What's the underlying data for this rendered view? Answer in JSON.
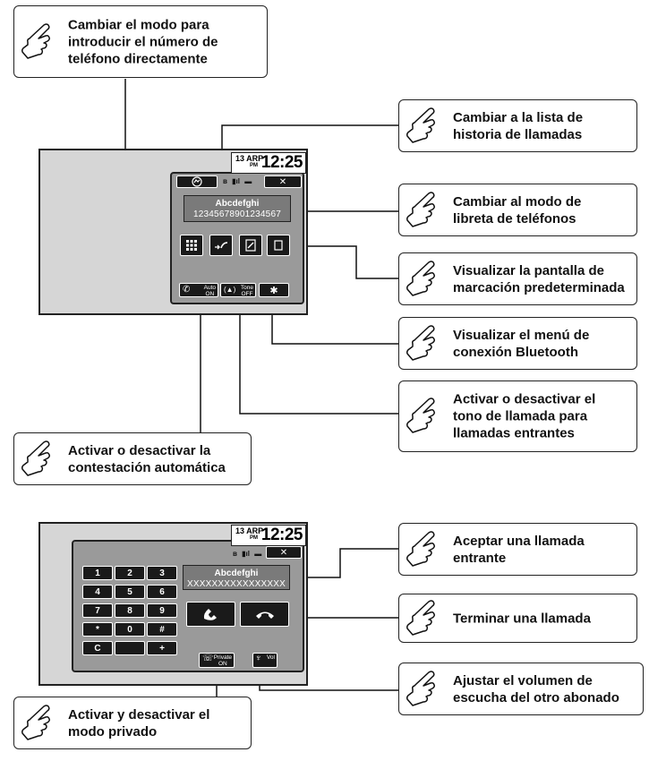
{
  "callouts": {
    "direct_number": {
      "l1": "Cambiar el modo para",
      "l2": "introducir el número de",
      "l3": "teléfono directamente"
    },
    "history": {
      "l1": "Cambiar a la lista de",
      "l2": "historia de llamadas"
    },
    "phonebook": {
      "l1": "Cambiar al modo de",
      "l2": "libreta de teléfonos"
    },
    "default_dial": {
      "l1": "Visualizar la pantalla de",
      "l2": "marcación predeterminada"
    },
    "bt_menu": {
      "l1": "Visualizar el menú de",
      "l2": "conexión Bluetooth"
    },
    "ringtone": {
      "l1": "Activar o desactivar el",
      "l2": "tono de llamada para",
      "l3": "llamadas entrantes"
    },
    "auto_answer": {
      "l1": "Activar o desactivar la",
      "l2": "contestación automática"
    },
    "accept": {
      "l1": "Aceptar una llamada",
      "l2": "entrante"
    },
    "end_call": {
      "l1": "Terminar una llamada"
    },
    "volume": {
      "l1": "Ajustar el volumen de",
      "l2": "escucha del otro abonado"
    },
    "private": {
      "l1": "Activar y desactivar el",
      "l2": "modo privado"
    }
  },
  "screen1": {
    "clock": {
      "date": "13 ARP",
      "ampm": "PM",
      "time": "12:25"
    },
    "close_label": "✕",
    "contact_name": "Abcdefghi",
    "contact_number": "12345678901234567",
    "auto_label": "Auto",
    "auto_state": "ON",
    "tone_label": "Tone",
    "tone_state": "OFF"
  },
  "screen2": {
    "clock": {
      "date": "13 ARP",
      "ampm": "PM",
      "time": "12:25"
    },
    "close_label": "✕",
    "contact_name": "Abcdefghi",
    "contact_number": "XXXXXXXXXXXXXXXX",
    "keys": [
      "1",
      "2",
      "3",
      "4",
      "5",
      "6",
      "7",
      "8",
      "9",
      "*",
      "0",
      "#",
      "C",
      "",
      "+"
    ],
    "private_label": "Private",
    "private_state": "ON",
    "vol_label": "Vol"
  },
  "colors": {
    "screen_bg": "#d6d6d6",
    "panel_bg": "#9a9a9a",
    "button_bg": "#1a1a1a"
  }
}
